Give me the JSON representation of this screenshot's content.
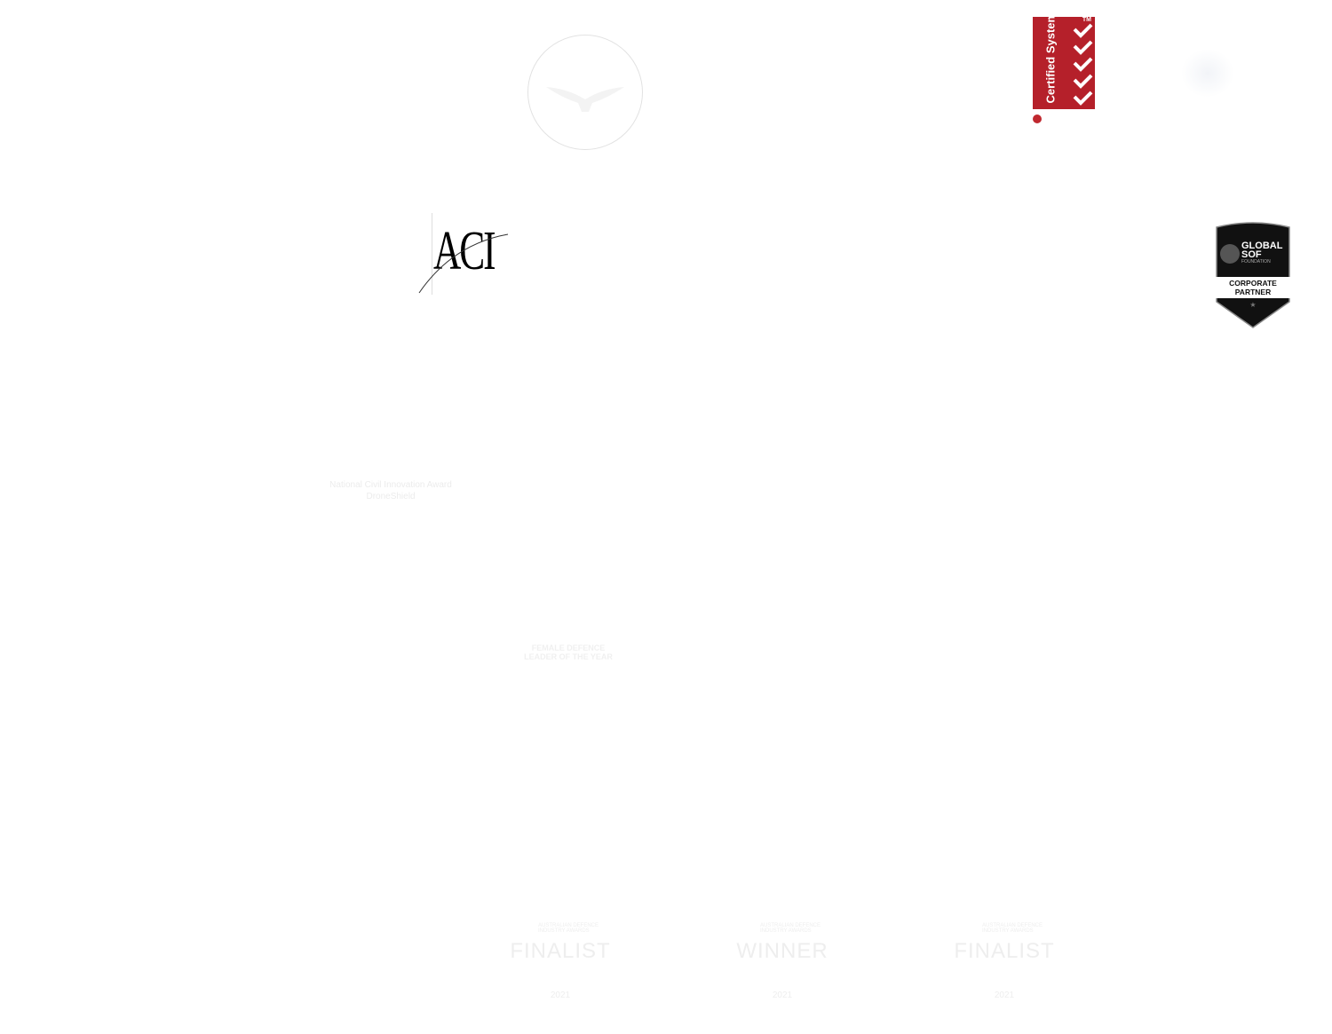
{
  "certified": {
    "label": "Certified System",
    "tm": "TM",
    "color": "#b5202a"
  },
  "aci": {
    "logo_text": "ACI"
  },
  "global_sof": {
    "logo_title": "GLOBAL SOF",
    "logo_subtitle": "FOUNDATION",
    "badge": "CORPORATE PARTNER"
  },
  "civil_award": {
    "line1": "National Civil Innovation Award",
    "line2": "DroneShield"
  },
  "female_award": {
    "line1": "FEMALE DEFENCE",
    "line2": "LEADER OF THE YEAR"
  },
  "awards": [
    {
      "org": "AUSTRALIAN DEFENCE INDUSTRY AWARDS",
      "status": "FINALIST",
      "year": "2021"
    },
    {
      "org": "AUSTRALIAN DEFENCE INDUSTRY AWARDS",
      "status": "WINNER",
      "year": "2021"
    },
    {
      "org": "AUSTRALIAN DEFENCE INDUSTRY AWARDS",
      "status": "FINALIST",
      "year": "2021"
    }
  ]
}
